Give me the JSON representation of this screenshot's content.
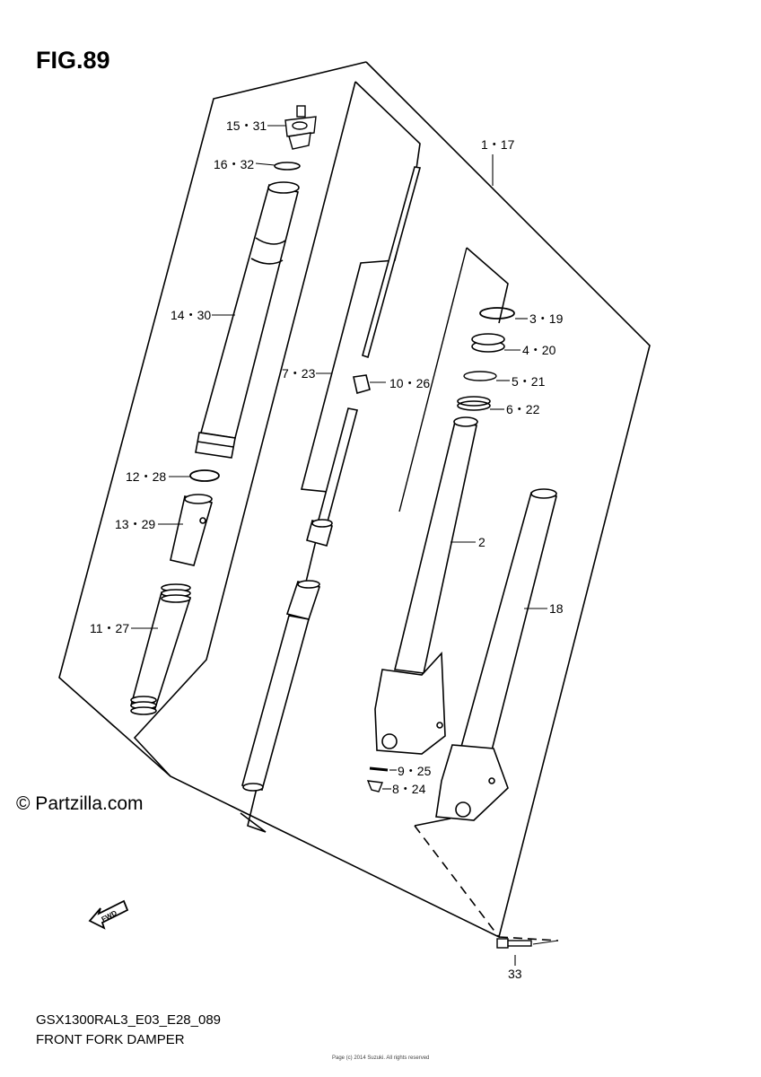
{
  "figure": {
    "title": "FIG.89",
    "watermark": "© Partzilla.com",
    "model_code": "GSX1300RAL3_E03_E28_089",
    "caption": "FRONT FORK DAMPER",
    "footer_note": "Page (c) 2014 Suzuki. All rights reserved",
    "fwd_label": "FWD"
  },
  "callouts": [
    {
      "id": "c15",
      "label": "15・31"
    },
    {
      "id": "c16",
      "label": "16・32"
    },
    {
      "id": "c14",
      "label": "14・30"
    },
    {
      "id": "c12",
      "label": "12・28"
    },
    {
      "id": "c13",
      "label": "13・29"
    },
    {
      "id": "c11",
      "label": "11・27"
    },
    {
      "id": "c1",
      "label": "1・17"
    },
    {
      "id": "c7",
      "label": "7・23"
    },
    {
      "id": "c10",
      "label": "10・26"
    },
    {
      "id": "c3",
      "label": "3・19"
    },
    {
      "id": "c4",
      "label": "4・20"
    },
    {
      "id": "c5",
      "label": "5・21"
    },
    {
      "id": "c6",
      "label": "6・22"
    },
    {
      "id": "c2",
      "label": "2"
    },
    {
      "id": "c18",
      "label": "18"
    },
    {
      "id": "c9",
      "label": "9・25"
    },
    {
      "id": "c8",
      "label": "8・24"
    },
    {
      "id": "c33",
      "label": "33"
    }
  ]
}
